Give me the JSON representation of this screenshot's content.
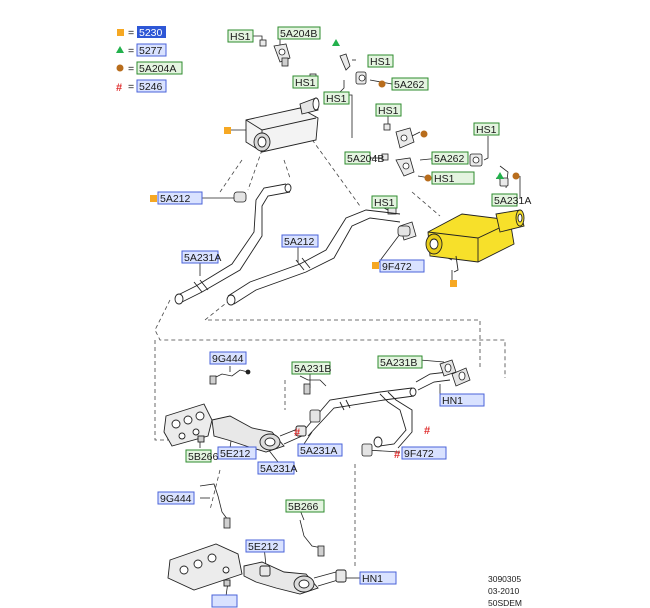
{
  "colors": {
    "blue_box_border": "#4a63d8",
    "blue_box_fill": "#d9e2ff",
    "green_box_border": "#2e8b2e",
    "green_box_fill": "#e4f4e0",
    "square_marker": "#f6a823",
    "triangle_marker": "#22b14c",
    "circle_marker": "#b86d1c",
    "hash_marker": "#e03030",
    "muffler_highlight": "#f7e02a",
    "line": "#222222",
    "dash": "#444444"
  },
  "legend": [
    {
      "symbol": "square",
      "equals": "=",
      "code": "5230",
      "highlighted": true
    },
    {
      "symbol": "triangle",
      "equals": "=",
      "code": "5277",
      "highlighted": false
    },
    {
      "symbol": "circle",
      "equals": "=",
      "code": "5A204A",
      "highlighted": false
    },
    {
      "symbol": "hash",
      "symbol_text": "#",
      "equals": "=",
      "code": "5246",
      "highlighted": false
    }
  ],
  "callouts": [
    {
      "id": "hs1-a",
      "text": "HS1",
      "style": "green"
    },
    {
      "id": "5a204b-a",
      "text": "5A204B",
      "style": "green"
    },
    {
      "id": "hs1-b",
      "text": "HS1",
      "style": "green"
    },
    {
      "id": "hs1-c",
      "text": "HS1",
      "style": "green"
    },
    {
      "id": "5a262-a",
      "text": "5A262",
      "style": "green"
    },
    {
      "id": "hs1-d",
      "text": "HS1",
      "style": "green"
    },
    {
      "id": "hs1-e",
      "text": "HS1",
      "style": "green"
    },
    {
      "id": "hs1-f",
      "text": "HS1",
      "style": "green"
    },
    {
      "id": "5a262-b",
      "text": "5A262",
      "style": "green"
    },
    {
      "id": "5a204b-b",
      "text": "5A204B",
      "style": "green"
    },
    {
      "id": "hs1-g",
      "text": "HS1",
      "style": "green"
    },
    {
      "id": "hs1-h",
      "text": "HS1",
      "style": "green"
    },
    {
      "id": "5a231a-a",
      "text": "5A231A",
      "style": "blue"
    },
    {
      "id": "5a212-a",
      "text": "5A212",
      "style": "blue"
    },
    {
      "id": "5a212-b",
      "text": "5A212",
      "style": "blue"
    },
    {
      "id": "5a231a-b",
      "text": "5A231A",
      "style": "blue"
    },
    {
      "id": "9f472-a",
      "text": "9F472",
      "style": "blue"
    },
    {
      "id": "9g444-a",
      "text": "9G444",
      "style": "green"
    },
    {
      "id": "5a231b-a",
      "text": "5A231B",
      "style": "green"
    },
    {
      "id": "5a231b-b",
      "text": "5A231B",
      "style": "blue"
    },
    {
      "id": "hn1-a",
      "text": "HN1",
      "style": "green"
    },
    {
      "id": "5b266-a",
      "text": "5B266",
      "style": "blue"
    },
    {
      "id": "5e212-a",
      "text": "5E212",
      "style": "blue"
    },
    {
      "id": "5a231a-c",
      "text": "5A231A",
      "style": "blue"
    },
    {
      "id": "5a231a-d",
      "text": "5A231A",
      "style": "blue"
    },
    {
      "id": "9f472-b",
      "text": "9F472",
      "style": "blue"
    },
    {
      "id": "9g444-b",
      "text": "9G444",
      "style": "green"
    },
    {
      "id": "5b266-b",
      "text": "5B266",
      "style": "blue"
    },
    {
      "id": "5e212-b",
      "text": "5E212",
      "style": "blue"
    },
    {
      "id": "hn1-b",
      "text": "HN1",
      "style": "blue"
    }
  ],
  "footer": {
    "line1": "3090305",
    "line2": "03-2010",
    "line3": "50SDEM"
  }
}
